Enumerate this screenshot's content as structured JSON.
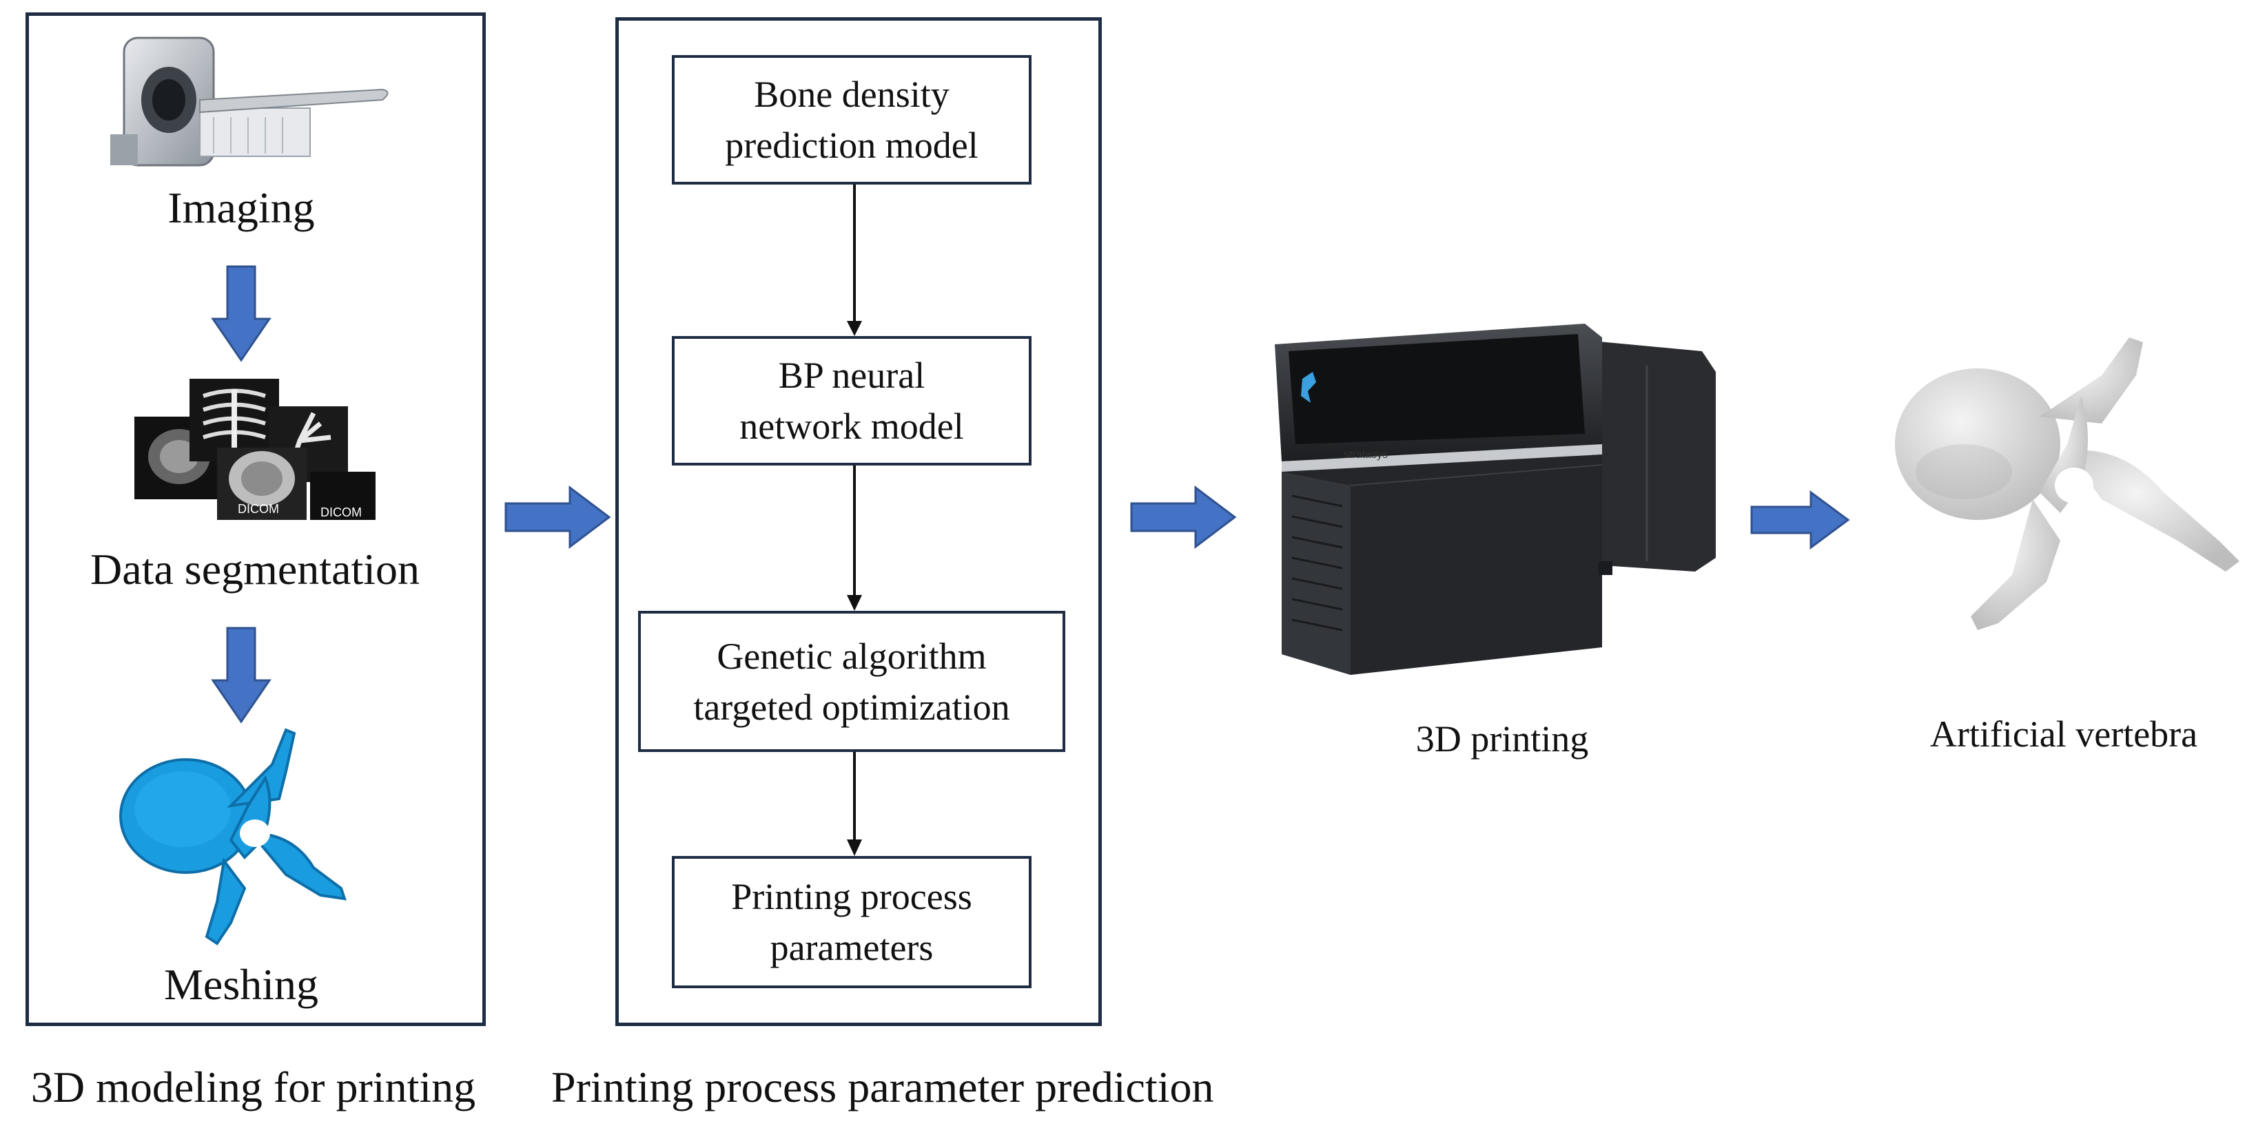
{
  "panel_left": {
    "steps": [
      "Imaging",
      "Data segmentation",
      "Meshing"
    ],
    "dicom_label": "DICOM",
    "caption": "3D modeling for printing"
  },
  "panel_middle": {
    "boxes": [
      "Bone density\nprediction model",
      "BP neural\nnetwork model",
      "Genetic algorithm\ntargeted optimization",
      "Printing process\nparameters"
    ],
    "caption": "Printing process parameter prediction"
  },
  "printer": {
    "caption": "3D printing",
    "brand_text": "stratasys"
  },
  "vertebra": {
    "caption": "Artificial vertebra"
  },
  "colors": {
    "frame": "#1f2d44",
    "arrow_fill": "#4472c4",
    "arrow_stroke": "#2f528f",
    "mesh_blue": "#1a9de0"
  }
}
